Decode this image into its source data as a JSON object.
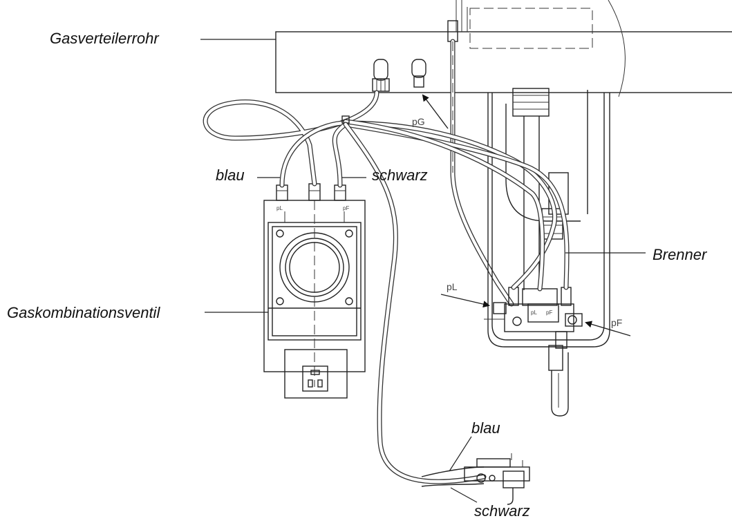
{
  "labels": {
    "gas_manifold": "Gasverteilerrohr",
    "burner": "Brenner",
    "gas_valve": "Gaskombinationsventil",
    "blue_top": "blau",
    "black_top": "schwarz",
    "blue_bottom": "blau",
    "black_bottom": "schwarz",
    "pressure_gas": "pG",
    "pressure_left": "pL",
    "pressure_right": "pF",
    "valve_port_left": "pL",
    "valve_port_right": "pF",
    "burner_port_left": "pL",
    "burner_port_right": "pF"
  },
  "colors": {
    "line": "#222222",
    "background": "#ffffff"
  }
}
